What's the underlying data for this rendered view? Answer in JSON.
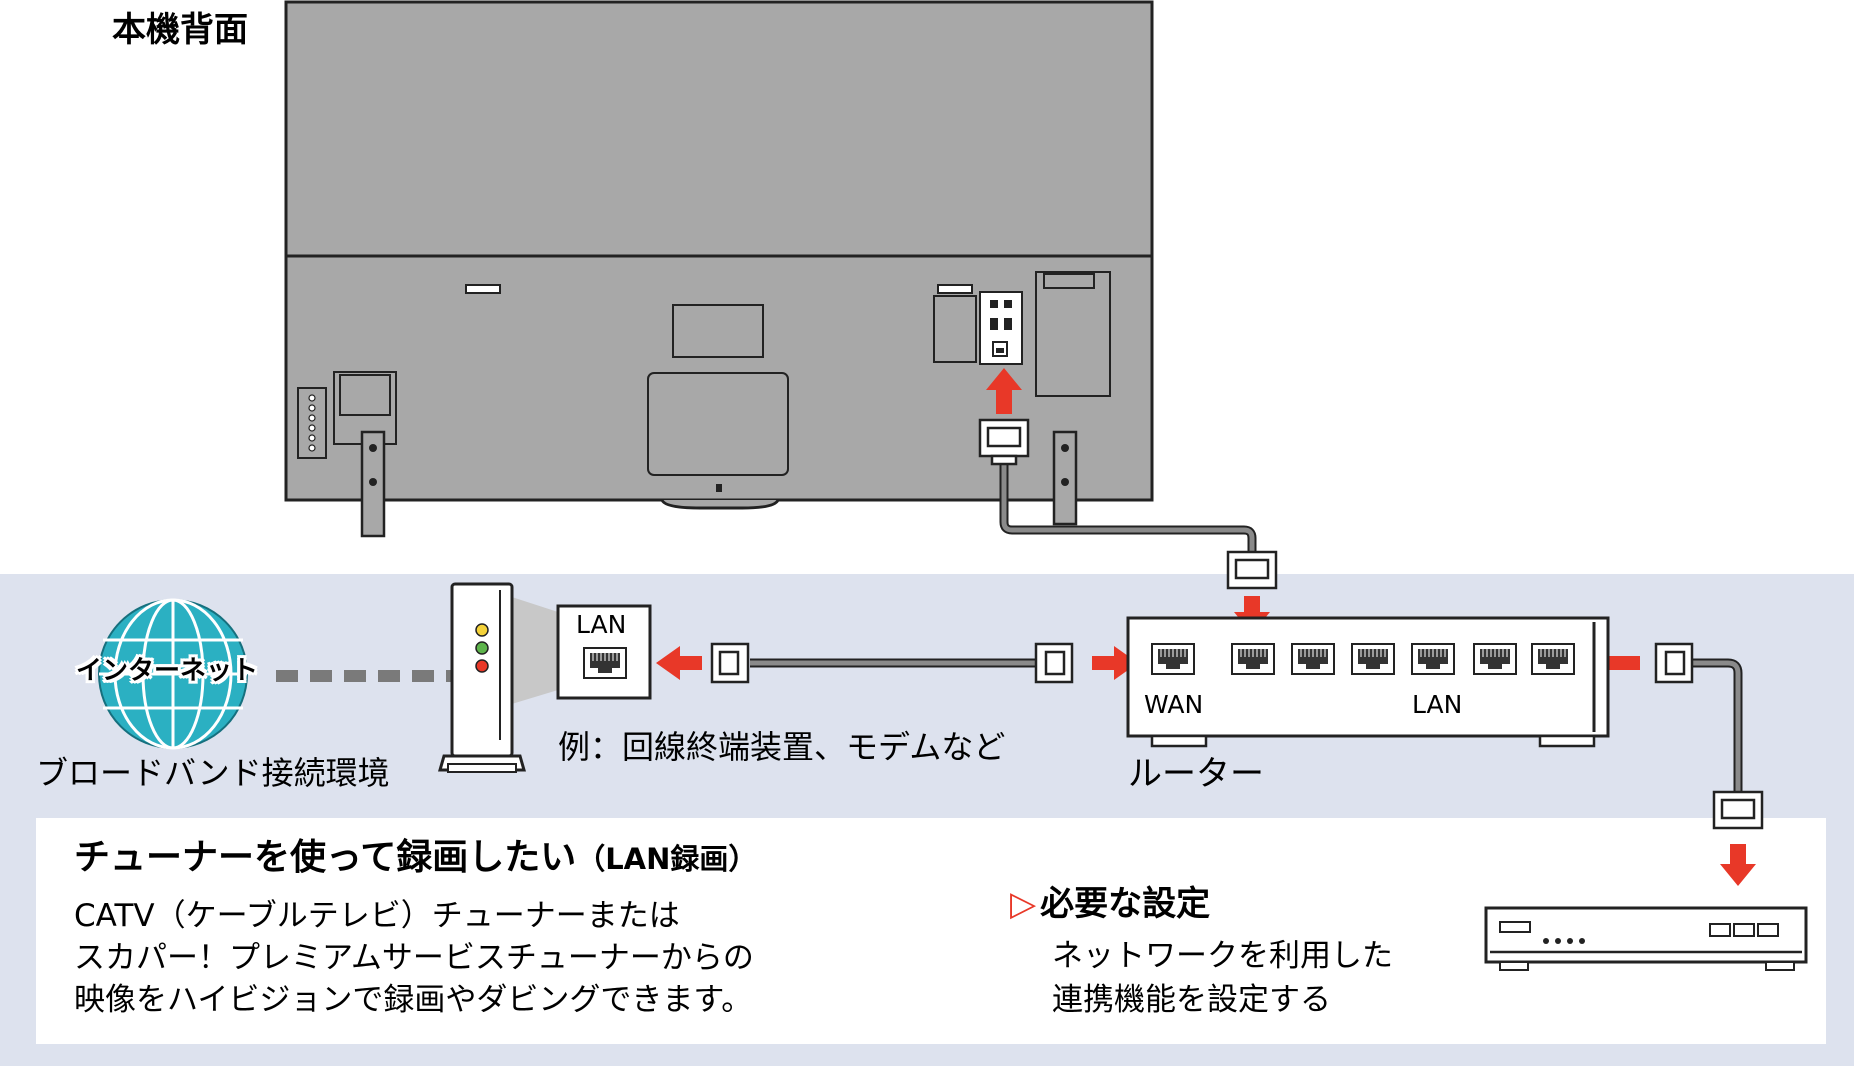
{
  "labels": {
    "rear_view": "本機背面",
    "internet": "インターネット",
    "broadband": "ブロードバンド接続環境",
    "modem_port": "LAN",
    "modem_example": "例：回線終端装置、モデムなど",
    "router_wan": "WAN",
    "router_lan": "LAN",
    "router": "ルーター"
  },
  "info": {
    "title_main": "チューナーを使って録画したい",
    "title_sub": "（LAN録画）",
    "desc": [
      "CATV（ケーブルテレビ）チューナーまたは",
      "スカパー！プレミアムサービスチューナーからの",
      "映像をハイビジョンで録画やダビングできます。"
    ],
    "settings_heading": "必要な設定",
    "settings_marker": "▷",
    "settings_desc": [
      "ネットワークを利用した",
      "連携機能を設定する"
    ]
  },
  "colors": {
    "band": "#dde2ee",
    "panel": "#ffffff",
    "tv_body": "#a8a8a8",
    "arrow": "#e83828",
    "cable": "#8a8a8a",
    "globe": "#2bb0c2"
  }
}
